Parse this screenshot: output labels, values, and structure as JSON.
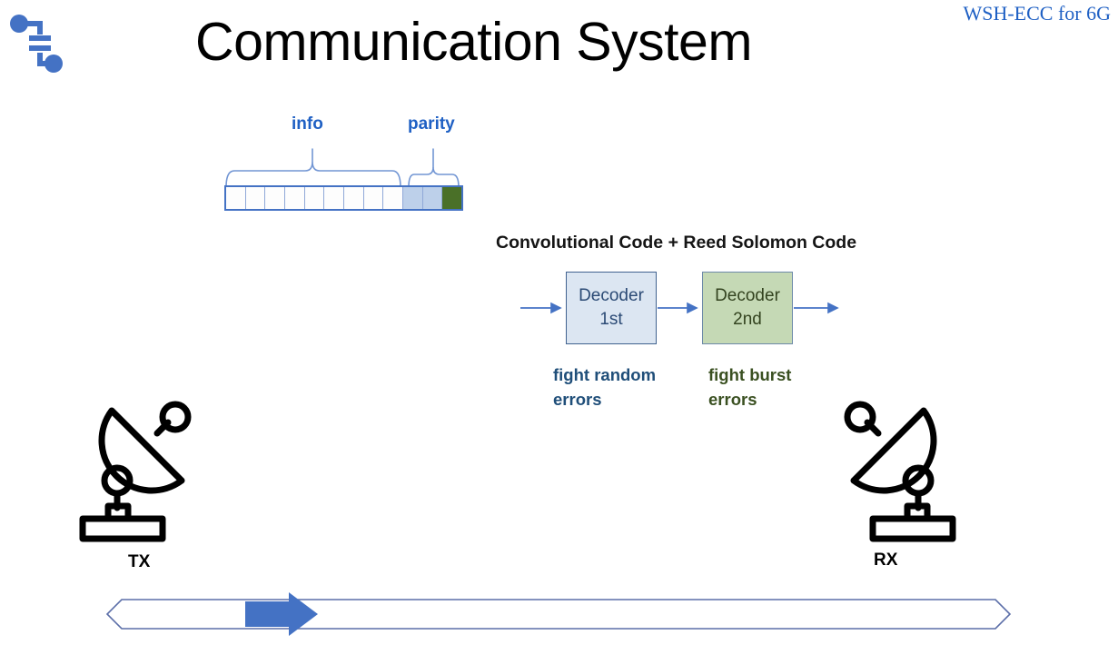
{
  "slide": {
    "title": "Communication System",
    "corner_tag": "WSH-ECC for 6G",
    "logo_icon": "circuit-capacitor-icon"
  },
  "codeword": {
    "info_label": "info",
    "parity_label": "parity",
    "cells": [
      {
        "type": "white"
      },
      {
        "type": "white"
      },
      {
        "type": "white"
      },
      {
        "type": "white"
      },
      {
        "type": "white"
      },
      {
        "type": "white"
      },
      {
        "type": "white"
      },
      {
        "type": "white"
      },
      {
        "type": "white"
      },
      {
        "type": "blue"
      },
      {
        "type": "blue"
      },
      {
        "type": "green"
      }
    ],
    "info_cell_count": 9,
    "parity_cell_count": 3,
    "total_cells": 12,
    "colors": {
      "border": "#4472c4",
      "white_cell": "#fdfdfd",
      "blue_cell": "#bdd0ea",
      "green_cell": "#4a7028",
      "label": "#1f60c4"
    }
  },
  "decoder_chain": {
    "heading": "Convolutional Code + Reed Solomon Code",
    "blocks": [
      {
        "line1": "Decoder",
        "line2": "1st",
        "caption": "fight random\nerrors",
        "fill": "#dce6f2",
        "border": "#41628f",
        "text_color": "#2b4a75",
        "caption_color": "#1f4e79"
      },
      {
        "line1": "Decoder",
        "line2": "2nd",
        "caption": "fight burst\nerrors",
        "fill": "#c5d9b5",
        "border": "#6d8aa8",
        "text_color": "#33431f",
        "caption_color": "#3a5021"
      }
    ],
    "arrow_color": "#4472c4"
  },
  "endpoints": {
    "tx_label": "TX",
    "rx_label": "RX",
    "tx_icon": "satellite-dish-icon",
    "rx_icon": "satellite-dish-icon"
  },
  "bottom_arrow": {
    "outline_color": "#5b6ea8",
    "fill_color": "#4472c4",
    "outline_arrow_icon": "double-headed-arrow-outline-icon",
    "solid_arrow_icon": "right-arrow-solid-icon"
  }
}
